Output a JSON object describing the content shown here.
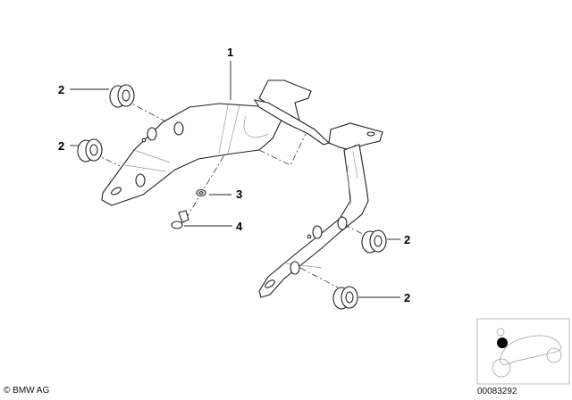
{
  "callouts": [
    {
      "number": "1",
      "part": "bracket"
    },
    {
      "number": "2",
      "part": "rubber-grommet-upper-left"
    },
    {
      "number": "2",
      "part": "rubber-grommet-lower-left"
    },
    {
      "number": "3",
      "part": "washer"
    },
    {
      "number": "4",
      "part": "screw"
    },
    {
      "number": "2",
      "part": "rubber-grommet-upper-right"
    },
    {
      "number": "2",
      "part": "rubber-grommet-lower-right"
    }
  ],
  "footer": {
    "copyright": "© BMW AG",
    "diagram_code": "00083292"
  },
  "thumbnail": {
    "icon": "motorcycle-location-icon",
    "marker_color": "#000000"
  }
}
